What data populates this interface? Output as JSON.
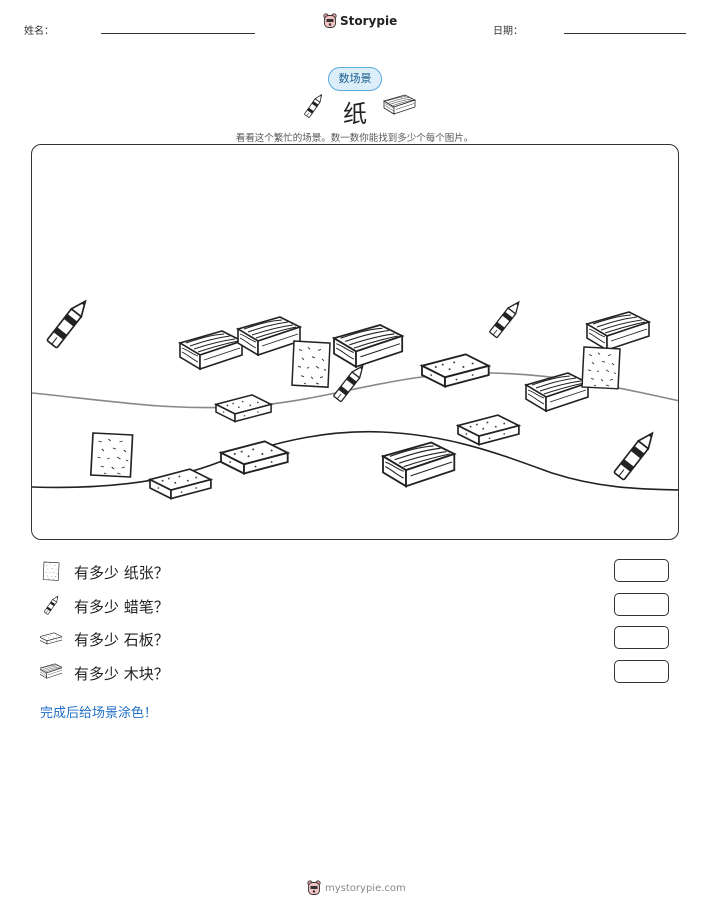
{
  "header": {
    "name_label": "姓名：",
    "date_label": "日期：",
    "brand": "Storypie"
  },
  "tag": "数场景",
  "title": "纸",
  "instructions": "看看这个繁忙的场景。数一数你能找到多少个每个图片。",
  "scene": {
    "items": [
      "crayon",
      "wood-block",
      "stone-slab",
      "paper-sheet"
    ]
  },
  "questions": [
    {
      "icon": "paper-sheet-icon",
      "text": "有多少 纸张？"
    },
    {
      "icon": "crayon-icon",
      "text": "有多少 蜡笔？"
    },
    {
      "icon": "stone-slab-icon",
      "text": "有多少 石板？"
    },
    {
      "icon": "wood-block-icon",
      "text": "有多少 木块？"
    }
  ],
  "finish_text": "完成后给场景涂色！",
  "footer": "mystorypie.com",
  "colors": {
    "accent": "#1f6fc6",
    "tag_bg": "#dbeefa",
    "tag_border": "#5aa8dc"
  }
}
